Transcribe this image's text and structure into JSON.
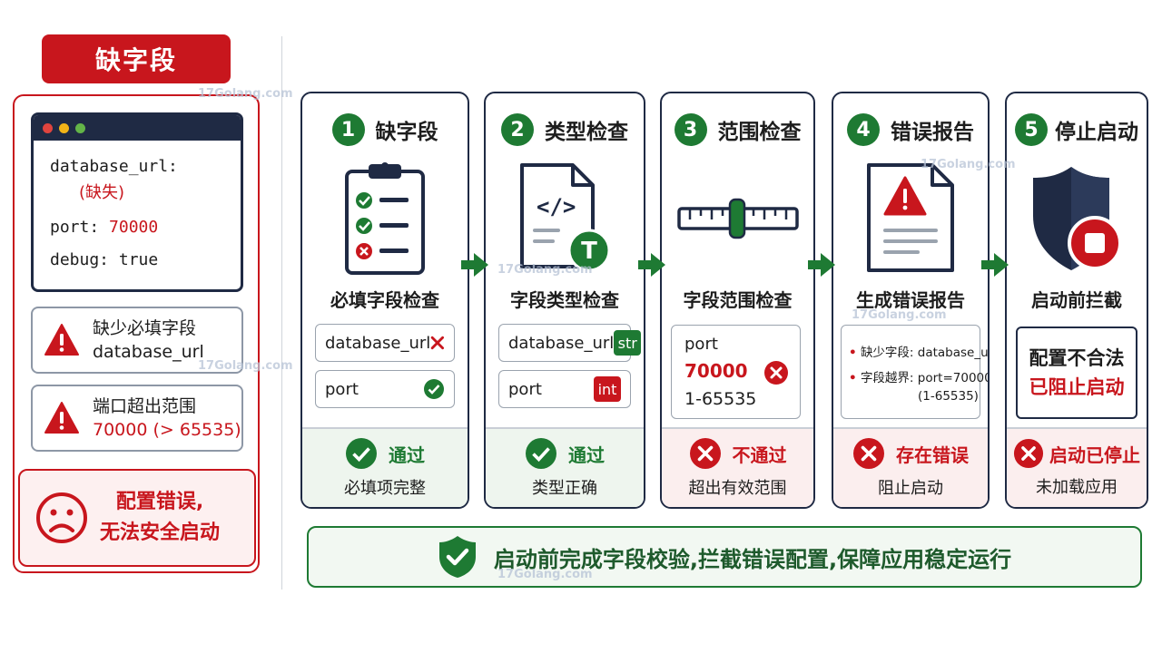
{
  "left": {
    "title": "缺字段",
    "code": {
      "line1": "database_url:",
      "missing": "(缺失)",
      "port_key": "port:",
      "port_val": "70000",
      "debug": "debug: true"
    },
    "err1": {
      "line1": "缺少必填字段",
      "line2": "database_url"
    },
    "err2": {
      "line1": "端口超出范围",
      "line2": "70000 (> 65535)"
    },
    "summary": {
      "line1": "配置错误,",
      "line2": "无法安全启动"
    }
  },
  "steps": [
    {
      "num": "1",
      "title": "缺字段",
      "subtitle": "必填字段检查",
      "pills": [
        {
          "label": "database_url"
        },
        {
          "label": "port"
        }
      ],
      "foot": {
        "status": "通过",
        "note": "必填项完整"
      }
    },
    {
      "num": "2",
      "title": "类型检查",
      "subtitle": "字段类型检查",
      "icon_letter": "T",
      "pills": [
        {
          "label": "database_url",
          "tag": "str"
        },
        {
          "label": "port",
          "tag": "int"
        }
      ],
      "foot": {
        "status": "通过",
        "note": "类型正确"
      }
    },
    {
      "num": "3",
      "title": "范围检查",
      "subtitle": "字段范围检查",
      "range": {
        "key": "port",
        "value": "70000",
        "limit": "1-65535"
      },
      "foot": {
        "status": "不通过",
        "note": "超出有效范围"
      }
    },
    {
      "num": "4",
      "title": "错误报告",
      "subtitle": "生成错误报告",
      "report": {
        "line1": "缺少字段: database_url",
        "line2": "字段越界: port=70000",
        "line3": "(1-65535)"
      },
      "foot": {
        "status": "存在错误",
        "note": "阻止启动"
      }
    },
    {
      "num": "5",
      "title": "停止启动",
      "subtitle": "启动前拦截",
      "block": {
        "line1": "配置不合法",
        "line2": "已阻止启动"
      },
      "foot": {
        "status": "启动已停止",
        "note": "未加载应用"
      }
    }
  ],
  "banner": "启动前完成字段校验,拦截错误配置,保障应用稳定运行",
  "watermark": "17Golang.com",
  "colors": {
    "red": "#c8161d",
    "green": "#1e7a33",
    "navy": "#1f2a44"
  }
}
